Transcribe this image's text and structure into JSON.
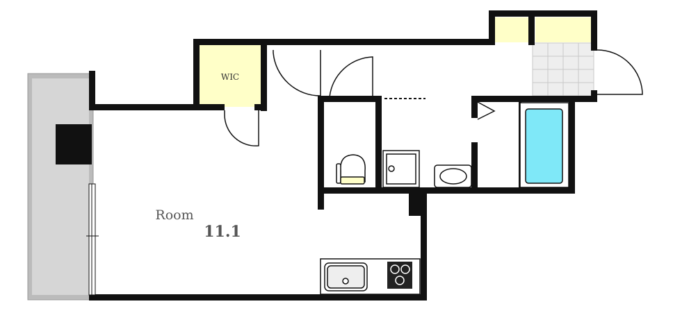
{
  "rooms": {
    "main_label": "Room",
    "main_area": "11.1",
    "closet_label": "WIC"
  },
  "colors": {
    "wall": "#111111",
    "closet_fill": "#ffffc8",
    "storage_fill": "#ffffc8",
    "balcony_fill": "#d6d6d6",
    "bathtub_fill": "#7fe8f8",
    "tile_fill": "#eeeeee",
    "fixture_fill": "#ffffff"
  }
}
